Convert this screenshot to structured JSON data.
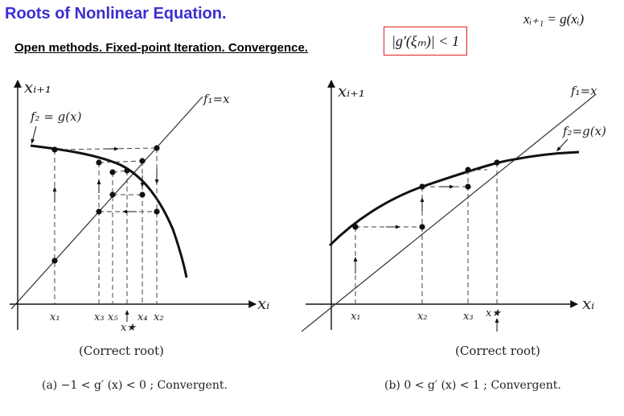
{
  "header": {
    "title": "Roots of Nonlinear Equation.",
    "subtitle": "Open methods.  Fixed-point Iteration. Convergence.",
    "formula_iteration": "xᵢ₊₁ = g(xᵢ)",
    "formula_condition": "|g′(ξₘ)| < 1"
  },
  "panel_a": {
    "y_axis_label": "xᵢ₊₁",
    "x_axis_label": "xᵢ",
    "line_label": "f₁=x",
    "curve_label": "f₂ = g(x)",
    "x_ticks": [
      "x₁",
      "x₃",
      "x₅",
      "x₄",
      "x₂"
    ],
    "root_label": "x★",
    "note": "(Correct root)",
    "caption": "(a)  −1 < g′ (x) < 0 ;  Convergent."
  },
  "panel_b": {
    "y_axis_label": "xᵢ₊₁",
    "x_axis_label": "xᵢ",
    "line_label": "f₁=x",
    "curve_label": "f₂=g(x)",
    "x_ticks": [
      "x₁",
      "x₂",
      "x₃"
    ],
    "root_label": "x★",
    "note": "(Correct root)",
    "caption": "(b)  0 < g′ (x) < 1 ;  Convergent."
  }
}
